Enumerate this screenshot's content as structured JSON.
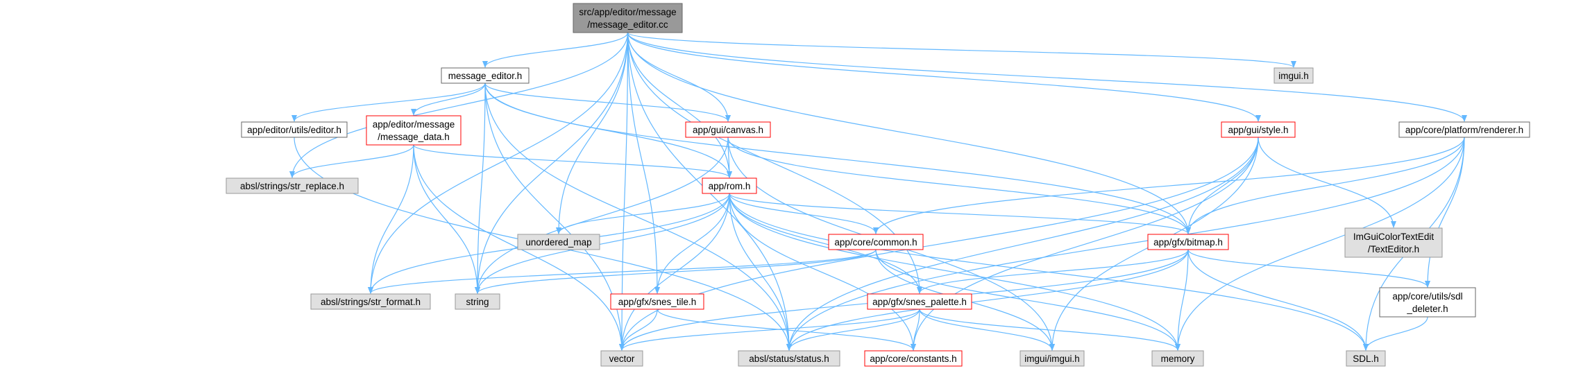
{
  "colors": {
    "edge": "#63b8ff",
    "root_fill": "#999999",
    "root_border": "#666666",
    "header_fill": "#ffffff",
    "header_border": "#666666",
    "link_border": "#ff0000",
    "system_fill": "#e0e0e0",
    "system_border": "#999999"
  },
  "nodes": [
    {
      "id": "message_editor_cc",
      "kind": "root",
      "lines": [
        "src/app/editor/message",
        "/message_editor.cc"
      ]
    },
    {
      "id": "message_editor_h",
      "kind": "header",
      "lines": [
        "message_editor.h"
      ]
    },
    {
      "id": "imgui_h",
      "kind": "system",
      "lines": [
        "imgui.h"
      ]
    },
    {
      "id": "editor_h",
      "kind": "header",
      "lines": [
        "app/editor/utils/editor.h"
      ]
    },
    {
      "id": "message_data_h",
      "kind": "link",
      "lines": [
        "app/editor/message",
        "/message_data.h"
      ]
    },
    {
      "id": "canvas_h",
      "kind": "link",
      "lines": [
        "app/gui/canvas.h"
      ]
    },
    {
      "id": "style_h",
      "kind": "link",
      "lines": [
        "app/gui/style.h"
      ]
    },
    {
      "id": "renderer_h",
      "kind": "header",
      "lines": [
        "app/core/platform/renderer.h"
      ]
    },
    {
      "id": "str_replace_h",
      "kind": "system",
      "lines": [
        "absl/strings/str_replace.h"
      ]
    },
    {
      "id": "rom_h",
      "kind": "link",
      "lines": [
        "app/rom.h"
      ]
    },
    {
      "id": "unordered_map",
      "kind": "system",
      "lines": [
        "unordered_map"
      ]
    },
    {
      "id": "common_h",
      "kind": "link",
      "lines": [
        "app/core/common.h"
      ]
    },
    {
      "id": "bitmap_h",
      "kind": "link",
      "lines": [
        "app/gfx/bitmap.h"
      ]
    },
    {
      "id": "texteditor_h",
      "kind": "system",
      "lines": [
        "ImGuiColorTextEdit",
        "/TextEditor.h"
      ]
    },
    {
      "id": "str_format_h",
      "kind": "system",
      "lines": [
        "absl/strings/str_format.h"
      ]
    },
    {
      "id": "string",
      "kind": "system",
      "lines": [
        "string"
      ]
    },
    {
      "id": "snes_tile_h",
      "kind": "link",
      "lines": [
        "app/gfx/snes_tile.h"
      ]
    },
    {
      "id": "snes_palette_h",
      "kind": "link",
      "lines": [
        "app/gfx/snes_palette.h"
      ]
    },
    {
      "id": "sdl_deleter_h",
      "kind": "header",
      "lines": [
        "app/core/utils/sdl",
        "_deleter.h"
      ]
    },
    {
      "id": "vector",
      "kind": "system",
      "lines": [
        "vector"
      ]
    },
    {
      "id": "status_h",
      "kind": "system",
      "lines": [
        "absl/status/status.h"
      ]
    },
    {
      "id": "constants_h",
      "kind": "link",
      "lines": [
        "app/core/constants.h"
      ]
    },
    {
      "id": "imgui_imgui_h",
      "kind": "system",
      "lines": [
        "imgui/imgui.h"
      ]
    },
    {
      "id": "memory",
      "kind": "system",
      "lines": [
        "memory"
      ]
    },
    {
      "id": "sdl_h",
      "kind": "system",
      "lines": [
        "SDL.h"
      ]
    }
  ],
  "edges": [
    [
      "message_editor_cc",
      "message_editor_h"
    ],
    [
      "message_editor_cc",
      "imgui_h"
    ],
    [
      "message_editor_cc",
      "canvas_h"
    ],
    [
      "message_editor_cc",
      "style_h"
    ],
    [
      "message_editor_cc",
      "renderer_h"
    ],
    [
      "message_editor_cc",
      "rom_h"
    ],
    [
      "message_editor_cc",
      "bitmap_h"
    ],
    [
      "message_editor_cc",
      "snes_palette_h"
    ],
    [
      "message_editor_cc",
      "snes_tile_h"
    ],
    [
      "message_editor_cc",
      "unordered_map"
    ],
    [
      "message_editor_cc",
      "str_replace_h"
    ],
    [
      "message_editor_cc",
      "str_format_h"
    ],
    [
      "message_editor_cc",
      "string"
    ],
    [
      "message_editor_cc",
      "vector"
    ],
    [
      "message_editor_cc",
      "status_h"
    ],
    [
      "message_editor_h",
      "editor_h"
    ],
    [
      "message_editor_h",
      "message_data_h"
    ],
    [
      "message_editor_h",
      "canvas_h"
    ],
    [
      "message_editor_h",
      "rom_h"
    ],
    [
      "message_editor_h",
      "bitmap_h"
    ],
    [
      "message_editor_h",
      "string"
    ],
    [
      "message_editor_h",
      "vector"
    ],
    [
      "message_editor_h",
      "status_h"
    ],
    [
      "editor_h",
      "status_h"
    ],
    [
      "message_data_h",
      "str_replace_h"
    ],
    [
      "message_data_h",
      "str_format_h"
    ],
    [
      "message_data_h",
      "string"
    ],
    [
      "message_data_h",
      "vector"
    ],
    [
      "message_data_h",
      "rom_h"
    ],
    [
      "canvas_h",
      "rom_h"
    ],
    [
      "canvas_h",
      "bitmap_h"
    ],
    [
      "canvas_h",
      "string"
    ],
    [
      "canvas_h",
      "imgui_imgui_h"
    ],
    [
      "style_h",
      "bitmap_h"
    ],
    [
      "style_h",
      "texteditor_h"
    ],
    [
      "style_h",
      "vector"
    ],
    [
      "style_h",
      "status_h"
    ],
    [
      "style_h",
      "imgui_imgui_h"
    ],
    [
      "style_h",
      "constants_h"
    ],
    [
      "renderer_h",
      "common_h"
    ],
    [
      "renderer_h",
      "bitmap_h"
    ],
    [
      "renderer_h",
      "sdl_deleter_h"
    ],
    [
      "renderer_h",
      "memory"
    ],
    [
      "renderer_h",
      "sdl_h"
    ],
    [
      "renderer_h",
      "status_h"
    ],
    [
      "rom_h",
      "unordered_map"
    ],
    [
      "rom_h",
      "common_h"
    ],
    [
      "rom_h",
      "bitmap_h"
    ],
    [
      "rom_h",
      "snes_palette_h"
    ],
    [
      "rom_h",
      "snes_tile_h"
    ],
    [
      "rom_h",
      "str_format_h"
    ],
    [
      "rom_h",
      "string"
    ],
    [
      "rom_h",
      "vector"
    ],
    [
      "rom_h",
      "status_h"
    ],
    [
      "rom_h",
      "constants_h"
    ],
    [
      "rom_h",
      "memory"
    ],
    [
      "rom_h",
      "sdl_h"
    ],
    [
      "common_h",
      "str_format_h"
    ],
    [
      "common_h",
      "string"
    ],
    [
      "common_h",
      "memory"
    ],
    [
      "common_h",
      "imgui_imgui_h"
    ],
    [
      "bitmap_h",
      "snes_palette_h"
    ],
    [
      "bitmap_h",
      "sdl_deleter_h"
    ],
    [
      "bitmap_h",
      "memory"
    ],
    [
      "bitmap_h",
      "sdl_h"
    ],
    [
      "bitmap_h",
      "status_h"
    ],
    [
      "bitmap_h",
      "vector"
    ],
    [
      "snes_tile_h",
      "vector"
    ],
    [
      "snes_tile_h",
      "constants_h"
    ],
    [
      "snes_palette_h",
      "vector"
    ],
    [
      "snes_palette_h",
      "status_h"
    ],
    [
      "snes_palette_h",
      "constants_h"
    ],
    [
      "snes_palette_h",
      "imgui_imgui_h"
    ],
    [
      "snes_palette_h",
      "memory"
    ],
    [
      "sdl_deleter_h",
      "sdl_h"
    ]
  ]
}
